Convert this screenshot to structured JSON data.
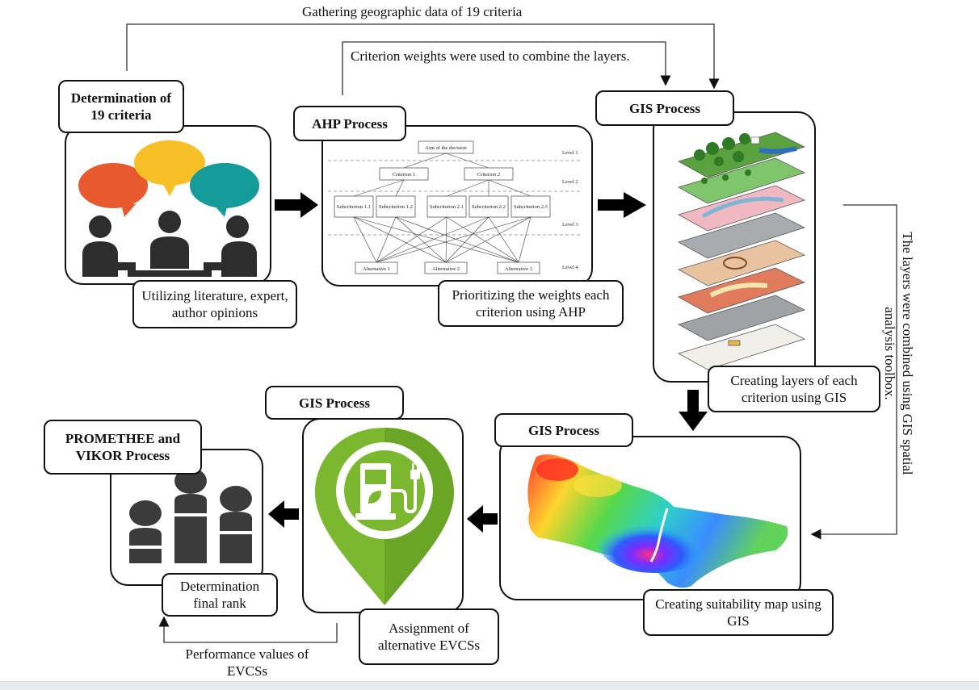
{
  "top_notes": {
    "gathering": "Gathering geographic data of 19 criteria",
    "criterion_weights": "Criterion weights were used to combine the layers."
  },
  "stage1": {
    "title": "Determination of 19 criteria",
    "caption": "Utilizing literature, expert, author opinions"
  },
  "stage2": {
    "title": "AHP Process",
    "caption": "Prioritizing the weights each criterion using AHP",
    "hierarchy": {
      "goal": "Aim of the decision",
      "criteria": [
        "Criterion 1",
        "Criterion 2"
      ],
      "subcriteria": [
        "Subcriterion 1.1",
        "Subcriterion 1.2",
        "Subcriterion 2.1",
        "Subcriterion 2.2",
        "Subcriterion 2.3"
      ],
      "alternatives": [
        "Alternative 1",
        "Alternative 2",
        "Alternative 3"
      ],
      "levels": [
        "Level 1",
        "Level 2",
        "Level 3",
        "Level 4"
      ]
    }
  },
  "stage3": {
    "title": "GIS Process",
    "caption": "Creating layers of each criterion using GIS"
  },
  "side_note": "The layers were combined using GIS spatial analysis toolbox.",
  "stage4": {
    "title": "GIS Process",
    "caption": "Creating suitability map using GIS"
  },
  "stage5": {
    "title": "GIS Process",
    "caption": "Assignment of alternative EVCSs"
  },
  "stage6": {
    "title": "PROMETHEE and VIKOR Process",
    "caption": "Determination final rank"
  },
  "bottom_note": "Performance values of EVCSs",
  "colors": {
    "bubble_orange": "#e85a2e",
    "bubble_yellow": "#f6c026",
    "bubble_teal": "#169b9b",
    "pin_green": "#7cb82f",
    "pin_dark_green": "#4e8f1f",
    "people_dark": "#2d2d2d",
    "arrow_black": "#000000"
  }
}
